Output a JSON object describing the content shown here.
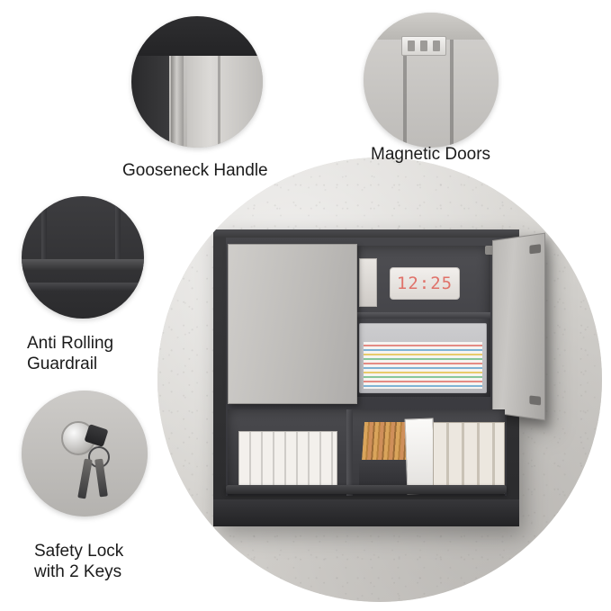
{
  "image": {
    "type": "product-feature-photo",
    "subject": "wall-mounted metal storage cabinet with sliding and hinged doors",
    "background_color": "#ffffff",
    "product_body_color": "#2f2f31",
    "door_panel_color": "#c4c2bf",
    "wall_color": "#d9d7d4"
  },
  "callouts": [
    {
      "id": "gooseneck-handle",
      "label": "Gooseneck Handle",
      "detail": "close-up of the vertical recessed handle between the dark cabinet frame and the light door panel"
    },
    {
      "id": "magnetic-doors",
      "label": "Magnetic Doors",
      "detail": "close-up of the white magnetic catch mounted at the top inner edge where two door panels meet"
    },
    {
      "id": "anti-rolling-guardrail",
      "label": "Anti Rolling\nGuardrail",
      "label_lines": [
        "Anti Rolling",
        "Guardrail"
      ],
      "detail": "close-up of the dark horizontal metal rail running across the front of the open shelf"
    },
    {
      "id": "safety-lock",
      "label": "Safety Lock\nwith 2 Keys",
      "label_lines": [
        "Safety Lock",
        "with 2 Keys"
      ],
      "detail": "close-up of the round cylinder lock with a black key inserted and a second key hanging from the ring"
    }
  ],
  "product_contents": {
    "clock_display": "12:25",
    "items": [
      "digital alarm clock",
      "upright storage box",
      "stacked document tray with colored papers",
      "row of white books",
      "cup of colored pencils",
      "white binder",
      "row of beige lever-arch binders"
    ]
  }
}
